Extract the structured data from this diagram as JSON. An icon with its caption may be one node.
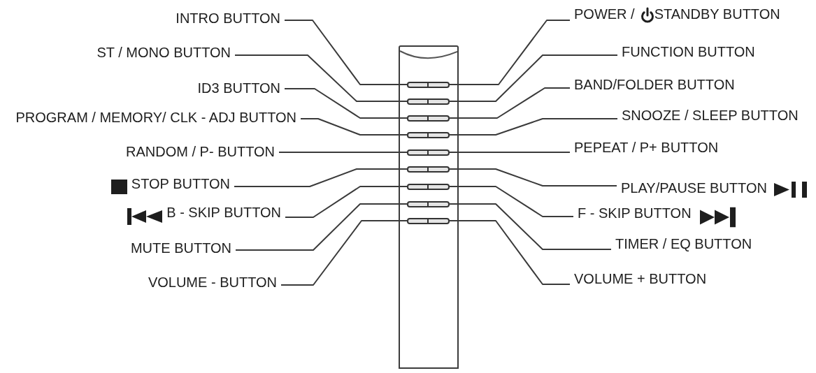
{
  "diagram": {
    "nodes": [
      {
        "text": [
          "INTRO BUTTON"
        ]
      },
      {
        "text": [
          "ST / MONO BUTTON"
        ]
      },
      {
        "text": [
          "ID3 BUTTON"
        ]
      },
      {
        "text": [
          "PROGRAM / MEMORY/ CLK - ADJ BUTTON"
        ]
      },
      {
        "text": [
          "RANDOM / P- BUTTON"
        ]
      },
      {
        "text": [
          "STOP BUTTON"
        ]
      },
      {
        "text": [
          "B - SKIP BUTTON"
        ]
      },
      {
        "text": [
          "MUTE BUTTON"
        ]
      },
      {
        "text": [
          "VOLUME - BUTTON"
        ]
      },
      {
        "text": [
          "POWER /",
          "STANDBY BUTTON"
        ]
      },
      {
        "text": [
          "FUNCTION BUTTON"
        ]
      },
      {
        "text": [
          "BAND/FOLDER BUTTON"
        ]
      },
      {
        "text": [
          "SNOOZE / SLEEP BUTTON"
        ]
      },
      {
        "text": [
          "PEPEAT / P+ BUTTON"
        ]
      },
      {
        "text": [
          "PLAY/PAUSE BUTTON"
        ]
      },
      {
        "text": [
          "F - SKIP BUTTON"
        ]
      },
      {
        "text": [
          "TIMER / EQ BUTTON"
        ]
      },
      {
        "text": [
          "VOLUME + BUTTON"
        ]
      },
      {
        "text": [],
        "shape": "box"
      },
      {
        "text": [],
        "shape": "box",
        "in": 18
      },
      {
        "text": [],
        "shape": "box",
        "in": 18
      },
      {
        "text": [],
        "shape": "box",
        "in": 18
      },
      {
        "text": [],
        "shape": "box",
        "in": 18
      },
      {
        "text": [],
        "shape": "box",
        "in": 18
      },
      {
        "text": [],
        "shape": "box",
        "in": 18
      },
      {
        "text": [],
        "shape": "box",
        "in": 18
      },
      {
        "text": [],
        "shape": "box",
        "in": 18
      },
      {
        "text": [],
        "shape": "box",
        "in": 18
      },
      {
        "text": [],
        "shape": "box",
        "in": 18
      },
      {
        "text": [],
        "shape": "box",
        "in": 18
      },
      {
        "text": [],
        "shape": "box",
        "in": 18
      },
      {
        "text": [],
        "shape": "box",
        "in": 18
      },
      {
        "text": [],
        "shape": "box",
        "in": 18
      },
      {
        "text": [],
        "shape": "box",
        "in": 18
      },
      {
        "text": [],
        "shape": "box",
        "in": 18
      },
      {
        "text": [],
        "shape": "box",
        "in": 18
      },
      {
        "text": [],
        "shape": "box",
        "in": 18
      }
    ],
    "edges": [
      {
        "from": 0,
        "to": 19,
        "arrow": "none"
      },
      {
        "from": 1,
        "to": 21,
        "arrow": "none"
      },
      {
        "from": 2,
        "to": 23,
        "arrow": "none"
      },
      {
        "from": 3,
        "to": 25,
        "arrow": "none"
      },
      {
        "from": 4,
        "to": 27,
        "arrow": "none"
      },
      {
        "from": 5,
        "to": 29,
        "arrow": "none"
      },
      {
        "from": 6,
        "to": 31,
        "arrow": "none"
      },
      {
        "from": 7,
        "to": 33,
        "arrow": "none"
      },
      {
        "from": 8,
        "to": 35,
        "arrow": "none"
      },
      {
        "from": 9,
        "to": 20,
        "arrow": "none"
      },
      {
        "from": 10,
        "to": 22,
        "arrow": "none"
      },
      {
        "from": 11,
        "to": 24,
        "arrow": "none"
      },
      {
        "from": 12,
        "to": 26,
        "arrow": "none"
      },
      {
        "from": 13,
        "to": 28,
        "arrow": "none"
      },
      {
        "from": 14,
        "to": 30,
        "arrow": "none"
      },
      {
        "from": 15,
        "to": 32,
        "arrow": "none"
      },
      {
        "from": 16,
        "to": 34,
        "arrow": "none"
      },
      {
        "from": 17,
        "to": 36,
        "arrow": "none"
      }
    ]
  }
}
